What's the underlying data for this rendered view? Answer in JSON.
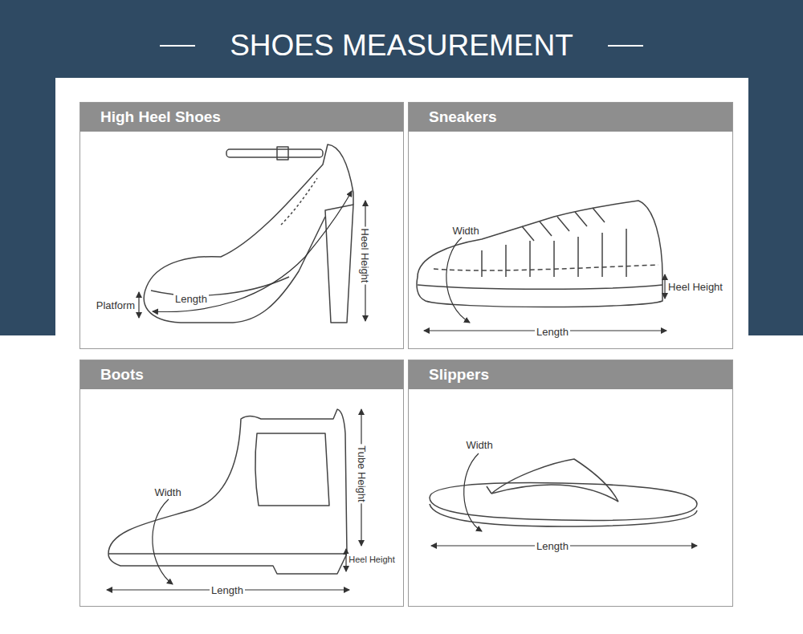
{
  "diagram": {
    "title": "SHOES MEASUREMENT",
    "nodes": [
      {
        "text": [
          "High Heel Shoes"
        ]
      },
      {
        "text": [
          "Sneakers"
        ]
      },
      {
        "text": [
          "Boots"
        ]
      },
      {
        "text": [
          "Slippers"
        ]
      }
    ],
    "labels": [
      "Heel Height",
      "Platform",
      "Length",
      "Width",
      "Heel Height",
      "Length",
      "Width",
      "Tube Height",
      "Heel Height",
      "Length",
      "Width",
      "Length"
    ]
  }
}
